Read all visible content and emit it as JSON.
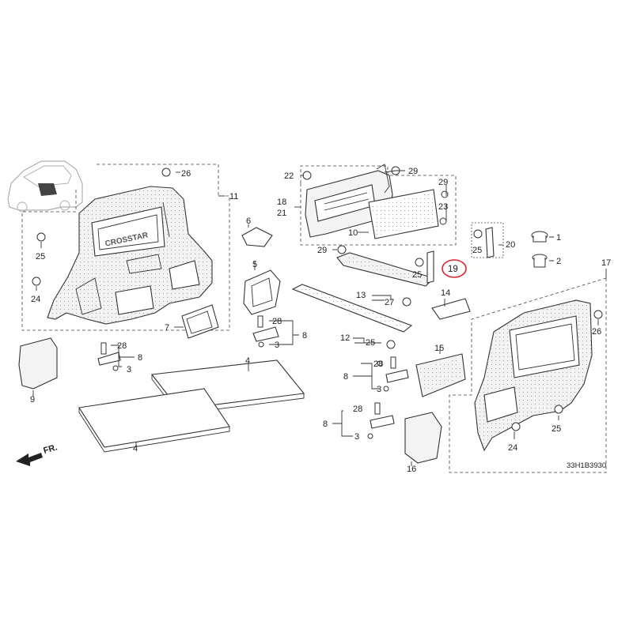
{
  "diagram": {
    "code": "33H1B3930",
    "direction": "FR.",
    "vehicle_badge": "CROSSTAR",
    "highlight_color": "#e8202a",
    "callouts": [
      {
        "label": "1"
      },
      {
        "label": "2"
      },
      {
        "label": "3"
      },
      {
        "label": "4"
      },
      {
        "label": "5"
      },
      {
        "label": "6"
      },
      {
        "label": "7"
      },
      {
        "label": "8"
      },
      {
        "label": "9"
      },
      {
        "label": "10"
      },
      {
        "label": "11"
      },
      {
        "label": "12"
      },
      {
        "label": "13"
      },
      {
        "label": "14"
      },
      {
        "label": "15"
      },
      {
        "label": "16"
      },
      {
        "label": "17"
      },
      {
        "label": "18"
      },
      {
        "label": "19"
      },
      {
        "label": "20"
      },
      {
        "label": "21"
      },
      {
        "label": "22"
      },
      {
        "label": "23"
      },
      {
        "label": "24"
      },
      {
        "label": "25"
      },
      {
        "label": "26"
      },
      {
        "label": "27"
      },
      {
        "label": "28"
      },
      {
        "label": "29"
      }
    ]
  }
}
